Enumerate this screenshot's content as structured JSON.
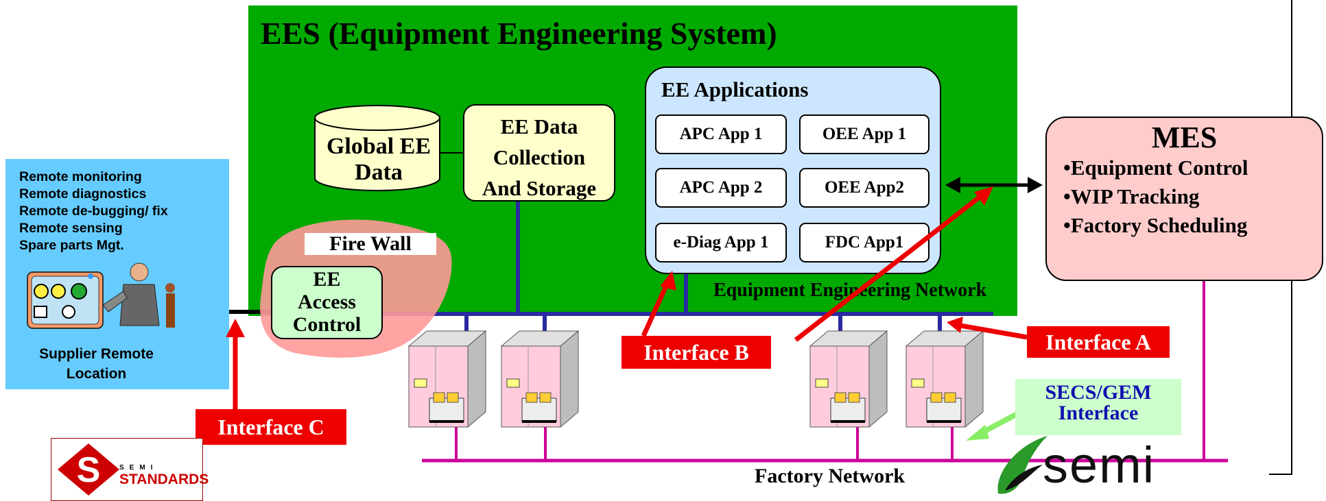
{
  "ees_title": "EES (Equipment Engineering System)",
  "global_data": "Global EE Data",
  "data_collection": [
    "EE Data",
    "Collection",
    "And Storage"
  ],
  "ee_applications": {
    "title": "EE Applications",
    "apps": [
      "APC App 1",
      "OEE App 1",
      "APC App 2",
      "OEE App2",
      "e-Diag App 1",
      "FDC App1"
    ]
  },
  "mes": {
    "title": "MES",
    "items": [
      "•Equipment Control",
      "•WIP Tracking",
      "•Factory Scheduling"
    ]
  },
  "supplier": {
    "tasks": [
      "Remote monitoring",
      "Remote diagnostics",
      "Remote de-bugging/ fix",
      "Remote sensing",
      "Spare parts Mgt."
    ],
    "location": [
      "Supplier Remote",
      "Location"
    ]
  },
  "fire_wall": "Fire Wall",
  "access_control": [
    "EE",
    "Access",
    "Control"
  ],
  "equipment_network": "Equipment Engineering Network",
  "interfaces": {
    "a": "Interface A",
    "b": "Interface B",
    "c": "Interface C"
  },
  "secs_gem": [
    "SECS/GEM",
    "Interface"
  ],
  "factory_network": "Factory Network",
  "logo_left": {
    "small": "SEMI",
    "big": "STANDARDS"
  },
  "logo_right": "semi",
  "colors": {
    "ees_green": "#00aa00",
    "supplier_blue": "#66ccff",
    "interface_red": "#ee0000",
    "network_blue": "#2a2aa0",
    "factory_magenta": "#cc0099",
    "mes_pink": "#ffcccc",
    "apps_blue": "#cce6ff",
    "collection_yellow": "#ffffcc",
    "secs_text": "#1010b0"
  }
}
